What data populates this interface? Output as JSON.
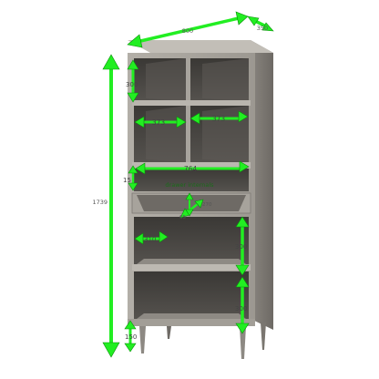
{
  "labels": {
    "width": "800",
    "depth": "350",
    "height": "1739",
    "upper_shelf_height": "300",
    "cube_width_left": "373",
    "cube_width_right": "373",
    "internal_width": "764",
    "divider_thickness": "15",
    "drawer_note": "drawer internals",
    "drawer_depth": "270",
    "drawer_height": "65",
    "lower_left_height": "310",
    "lower_right_height_1": "300",
    "lower_right_height_2": "300",
    "leg_height": "150"
  },
  "colors": {
    "arrow": "#22ee22",
    "arrow_stroke": "#0b8f0b",
    "wood_light": "#a9a59e",
    "wood_mid": "#8c8882",
    "wood_dark": "#4e4b47",
    "interior": "#2f2d2b"
  }
}
